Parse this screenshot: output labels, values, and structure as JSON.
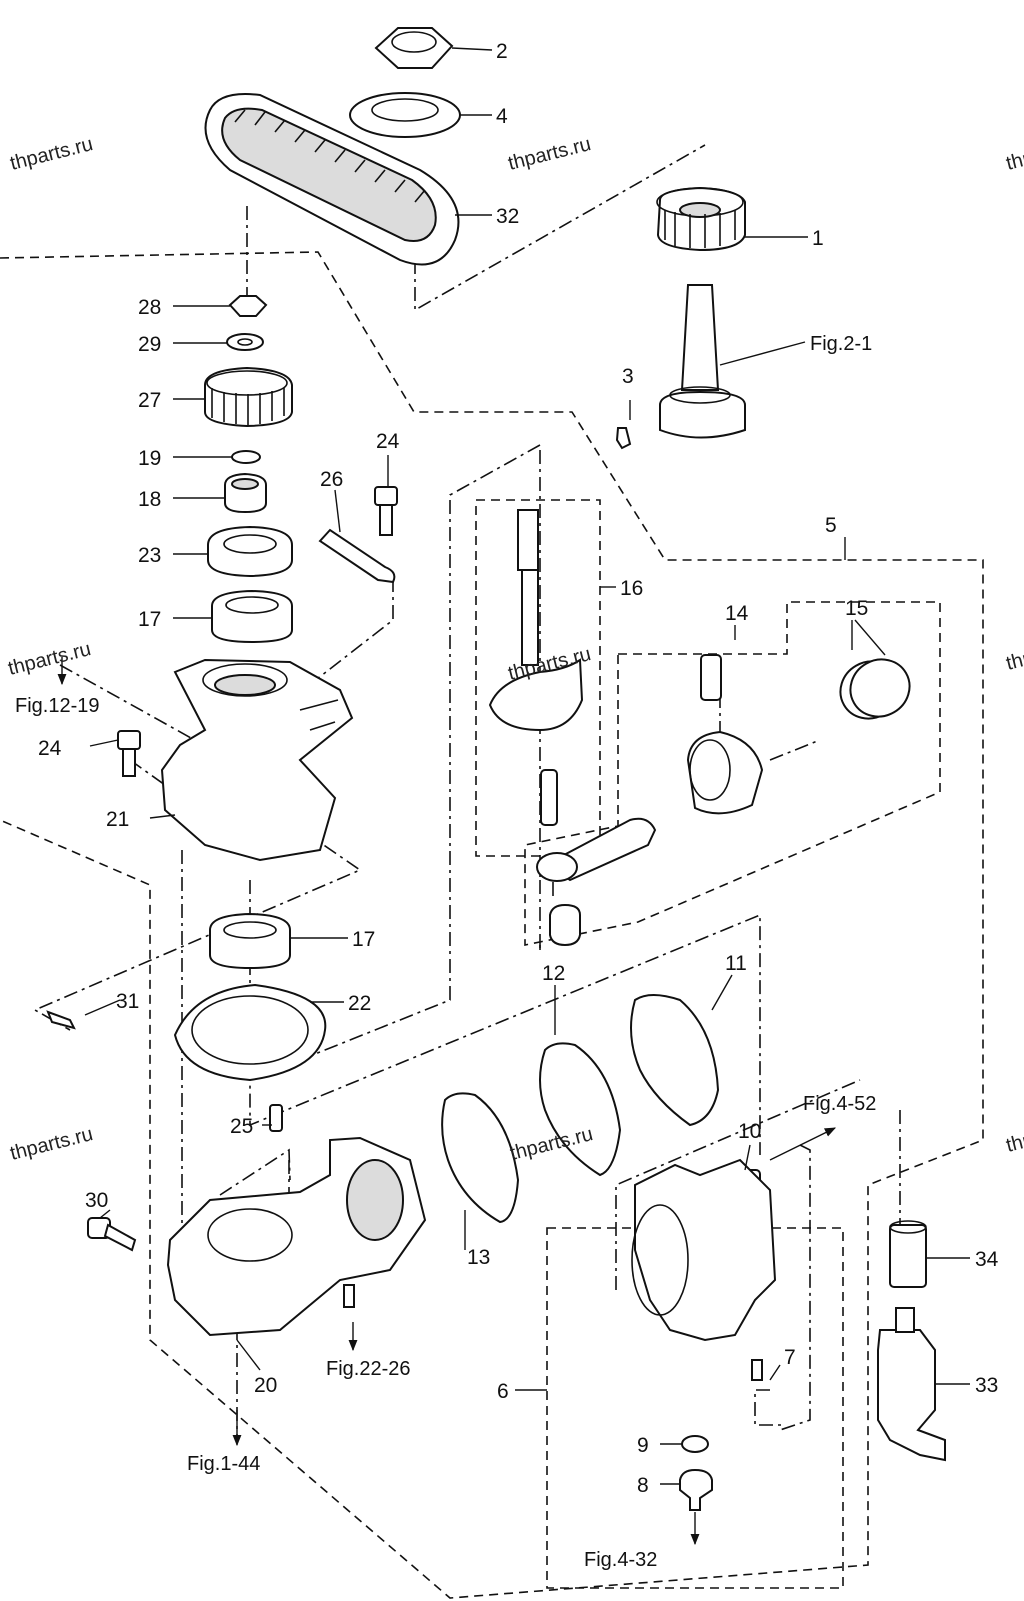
{
  "watermarks": [
    "thparts.ru",
    "thparts.ru",
    "thparts.ru",
    "thparts.ru",
    "thparts.ru",
    "thparts.ru",
    "thparts.ru",
    "thparts.ru",
    "thparts.ru"
  ],
  "callouts": {
    "c1": "1",
    "c2": "2",
    "c3": "3",
    "c4": "4",
    "c5": "5",
    "c6": "6",
    "c7": "7",
    "c8": "8",
    "c9": "9",
    "c10": "10",
    "c11": "11",
    "c12": "12",
    "c13": "13",
    "c14": "14",
    "c15": "15",
    "c16": "16",
    "c17a": "17",
    "c17b": "17",
    "c18": "18",
    "c19": "19",
    "c20": "20",
    "c21": "21",
    "c22": "22",
    "c23": "23",
    "c24a": "24",
    "c24b": "24",
    "c25": "25",
    "c26": "26",
    "c27": "27",
    "c28": "28",
    "c29": "29",
    "c30": "30",
    "c31": "31",
    "c32": "32",
    "c33": "33",
    "c34": "34"
  },
  "figure_refs": {
    "fig_2_1": "Fig.2-1",
    "fig_12_19": "Fig.12-19",
    "fig_4_52": "Fig.4-52",
    "fig_22_26": "Fig.22-26",
    "fig_1_44": "Fig.1-44",
    "fig_4_32": "Fig.4-32"
  }
}
